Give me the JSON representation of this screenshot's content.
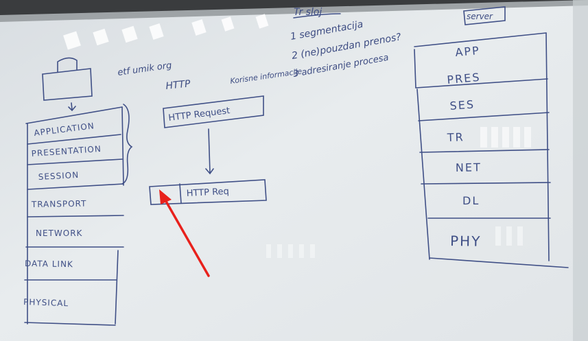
{
  "whiteboard": {
    "title": "Tr sloj",
    "server_label": "server",
    "points": [
      "1 segmentacija",
      "2 (ne)pouzdan prenos?",
      "3 adresiranje procesa"
    ],
    "top_text": {
      "app_note": "etf umik org",
      "protocol": "HTTP",
      "note": "Korisne informacije"
    },
    "osi_left": [
      "APPLICATION",
      "PRESENTATION",
      "SESSION",
      "TRANSPORT",
      "NETWORK",
      "DATA LINK",
      "PHYSICAL"
    ],
    "osi_right": [
      "APP",
      "PRES",
      "SES",
      "TR",
      "NET",
      "DL",
      "PHY"
    ],
    "http_request": "HTTP Request",
    "http_segment": "HTTP Req"
  },
  "annotation": {
    "arrow_color": "#e8211c"
  },
  "colors": {
    "marker": "#3f4f86",
    "board": "#e4e8ea"
  }
}
